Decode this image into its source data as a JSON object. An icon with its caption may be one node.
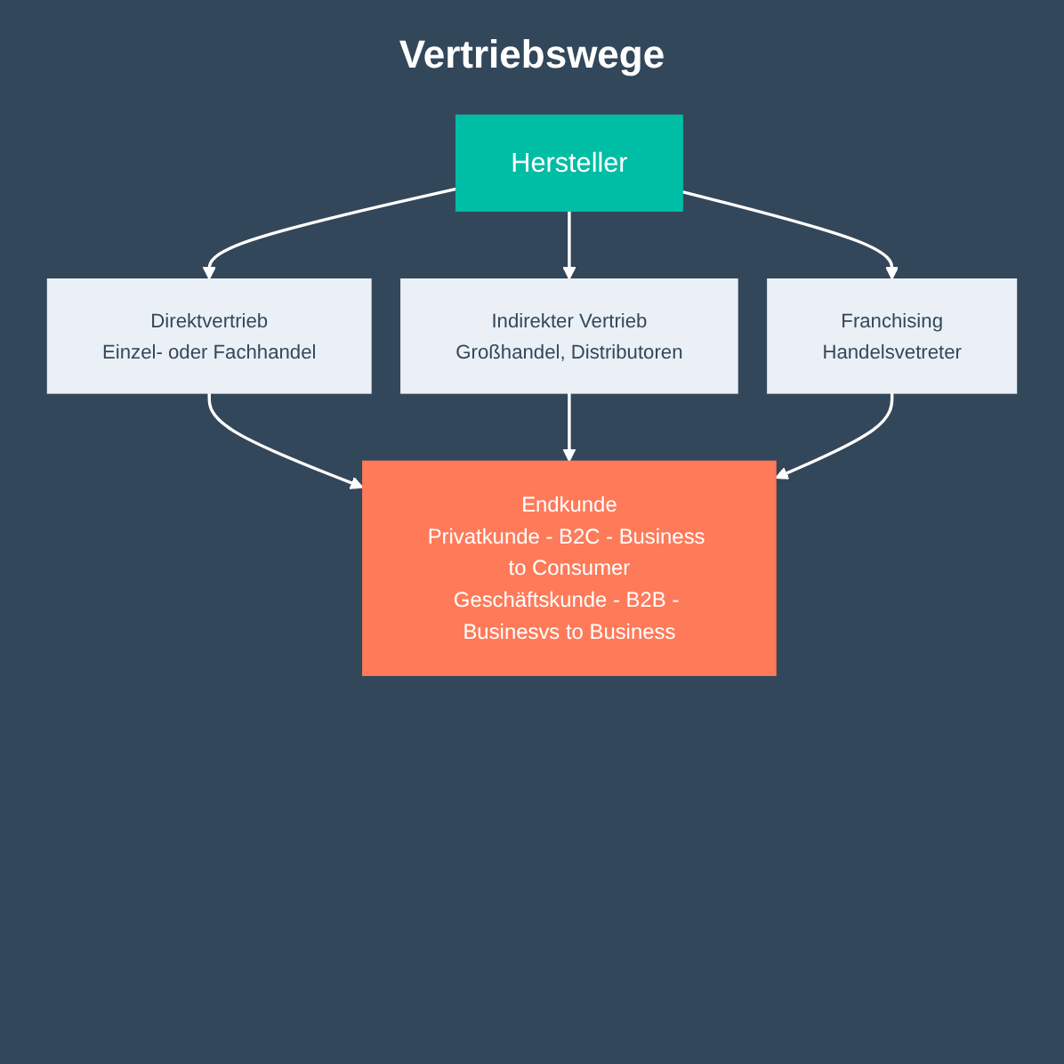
{
  "diagram": {
    "title": "Vertriebswege",
    "nodes": [
      {
        "text": [
          "Hersteller"
        ]
      },
      {
        "text": [
          "Direktvertrieb",
          "Einzel- oder Fachhandel"
        ]
      },
      {
        "text": [
          "Indirekter Vertrieb",
          "Großhandel, Distributoren"
        ]
      },
      {
        "text": [
          "Franchising",
          "Handelsvetreter"
        ]
      },
      {
        "text": [
          "Endkunde",
          "Privatkunde - B2C - Business to Consumer",
          "Geschäftskunde - B2B - Businesvs to Business"
        ]
      }
    ],
    "edges": [
      {
        "from": 0,
        "to": 1,
        "arrow": "to"
      },
      {
        "from": 0,
        "to": 2,
        "arrow": "to"
      },
      {
        "from": 0,
        "to": 3,
        "arrow": "to"
      },
      {
        "from": 1,
        "to": 4,
        "arrow": "to"
      },
      {
        "from": 2,
        "to": 4,
        "arrow": "to"
      },
      {
        "from": 3,
        "to": 4,
        "arrow": "to"
      }
    ]
  }
}
